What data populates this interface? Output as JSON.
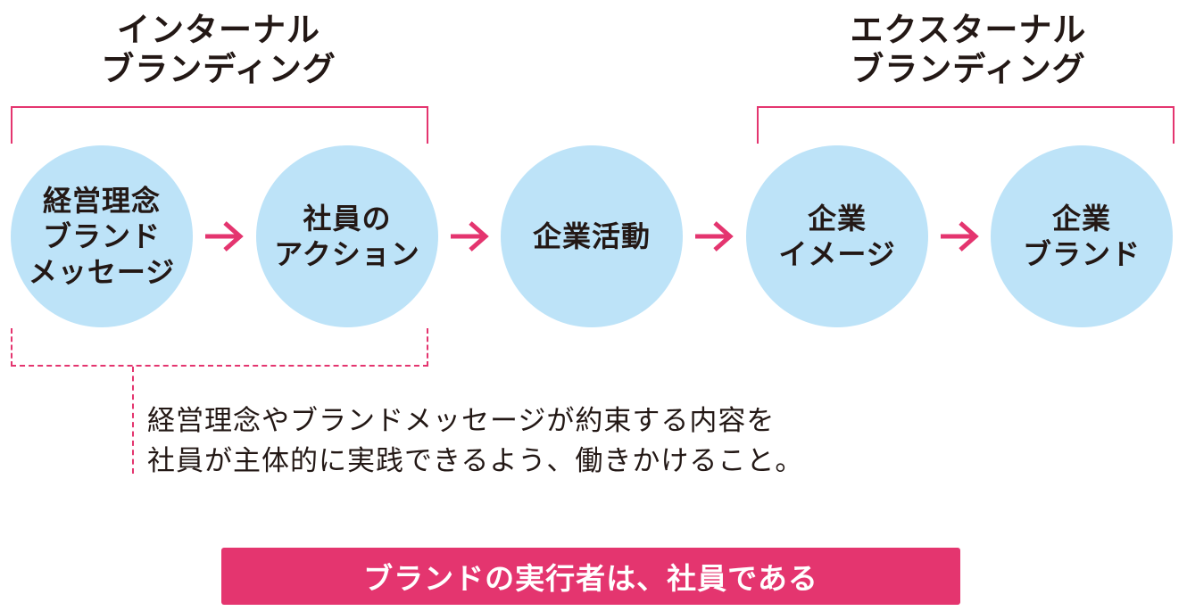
{
  "headings": {
    "internal": "インターナル\nブランディング",
    "external": "エクスターナル\nブランディング"
  },
  "flow": [
    {
      "label": "経営理念\nブランド\nメッセージ"
    },
    {
      "label": "社員の\nアクション"
    },
    {
      "label": "企業活動"
    },
    {
      "label": "企業\nイメージ"
    },
    {
      "label": "企業\nブランド"
    }
  ],
  "description": "経営理念やブランドメッセージが約束する内容を\n社員が主体的に実践できるよう、働きかけること。",
  "conclusion": "ブランドの実行者は、社員である",
  "colors": {
    "accent": "#e4356f",
    "circle_fill": "#bde3f8",
    "text": "#231815",
    "banner_text": "#ffffff"
  }
}
